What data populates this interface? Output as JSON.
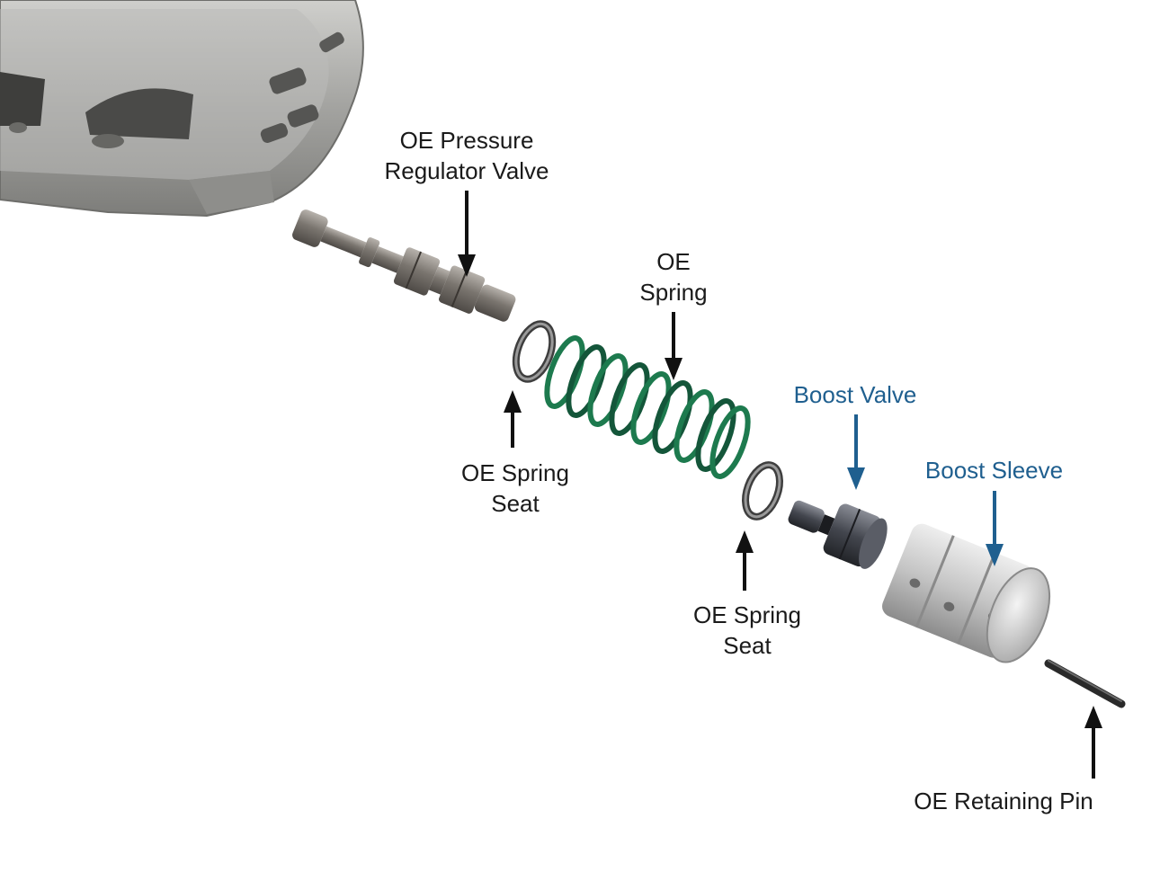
{
  "colors": {
    "oe_label": "#1a1a1a",
    "aftermarket_label": "#1f5f8f",
    "arrow_black": "#111111",
    "arrow_blue": "#1f5f8f",
    "spring_green": "#1d7a4e",
    "pump_metal": "#a9a9a6",
    "valve_metal": "#77726d",
    "boost_valve_dark": "#3d3f46",
    "boost_sleeve_silver": "#c9c9c9"
  },
  "labels": {
    "pressure_regulator_valve": {
      "line1": "OE Pressure",
      "line2": "Regulator Valve"
    },
    "oe_spring": {
      "line1": "OE",
      "line2": "Spring"
    },
    "spring_seat_left": {
      "line1": "OE Spring",
      "line2": "Seat"
    },
    "spring_seat_right": {
      "line1": "OE Spring",
      "line2": "Seat"
    },
    "boost_valve": "Boost Valve",
    "boost_sleeve": "Boost Sleeve",
    "retaining_pin": "OE Retaining Pin"
  }
}
